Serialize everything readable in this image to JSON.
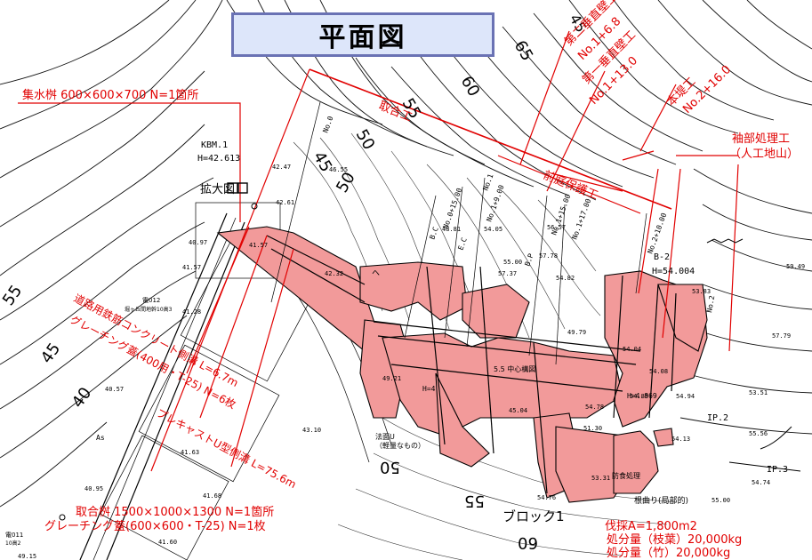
{
  "title": "平面図",
  "colors": {
    "annotation": "#e10000",
    "structure_fill": "#f29a9a",
    "title_bg": "#dde6fa",
    "title_border": "#6a72b4"
  },
  "annotations": {
    "catch_basin": "集水桝 600×600×700 N=1箇所",
    "dai2_suichoku_kabe_1": "第二垂直壁工",
    "dai2_no": "No.1+6.8",
    "dai1_suichoku_kabe": "第一垂直壁工",
    "dai1_no": "No.1+13.0",
    "hontei": "本堤工",
    "hontei_no": "No.2+16.0",
    "sode_bu": "袖部処理工",
    "jinko_jiyama": "（人工地山）",
    "torikomi": "取合工",
    "maeniwa": "前庭保護工",
    "douro_gutter_1": "道路用鉄筋コンクリート側溝 L=6.7m",
    "douro_gutter_2": "グレーチング蓋(400用・T-25) N=6枚",
    "precast_u": "プレキャストU型側溝 L=75.6m",
    "torikomi_masu": "取合桝 1500×1000×1300 N=1箇所",
    "grating_lid": "グレーチング蓋(600×600・T-25) N=1枚",
    "bassai": "伐採A=1,800m2",
    "shobun_1": "処分量（枝葉）20,000kg",
    "shobun_2": "処分量（竹）20,000kg"
  },
  "labels": {
    "kbm": "KBM.1",
    "kbm_h": "H=42.613",
    "kakudai": "拡大図",
    "block": "ブロック1",
    "b2": "B-2",
    "b2_h": "H=54.004",
    "ip2": "IP.2",
    "ip3": "IP.3",
    "as": "As",
    "elec1": "電012",
    "elec1_sub": "堀ヶ丘間地幹10高3",
    "elec2": "電011",
    "elec2_sub": "10高2",
    "nori": "法面U",
    "nori_sub": "（軽量なもの）",
    "bc_text": "B.C",
    "ec_text": "E.C",
    "bp_text": "B.P",
    "yamato": "根曲り(局部的)",
    "kiri": "防食処理",
    "s_center": "5.5 中心構図",
    "s_ko": "ヘ",
    "hc1": "H=4",
    "hc2": "H=4.869",
    "sta1": "No.0",
    "sta2": "No.0+15.00",
    "sta3": "No.1",
    "sta4": "No.1+9.00",
    "sta5": "No.1+15.00",
    "sta6": "No.1+17.00",
    "sta7": "No.2+10.00",
    "sta8": "No.2"
  },
  "contour_labels": [
    "55",
    "45",
    "40",
    "55",
    "50",
    "45",
    "60",
    "65",
    "50",
    "50",
    "60",
    "55",
    "45"
  ],
  "elevations": [
    "42.47",
    "46.55",
    "42.61",
    "41.57",
    "40.97",
    "42.32",
    "41.57",
    "41.28",
    "40.57",
    "41.63",
    "41.68",
    "40.95",
    "41.60",
    "49.15",
    "43.10",
    "45.04",
    "49.21",
    "54.82",
    "55.00",
    "57.37",
    "49.79",
    "54.78",
    "53.51",
    "57.79",
    "59.49",
    "54.13",
    "55.00",
    "55.56",
    "54.74",
    "54.94",
    "54.76",
    "54.05",
    "51.30",
    "53.83",
    "54.89",
    "56.57",
    "48.81",
    "54.08",
    "54.04",
    "57.78",
    "53.31"
  ]
}
